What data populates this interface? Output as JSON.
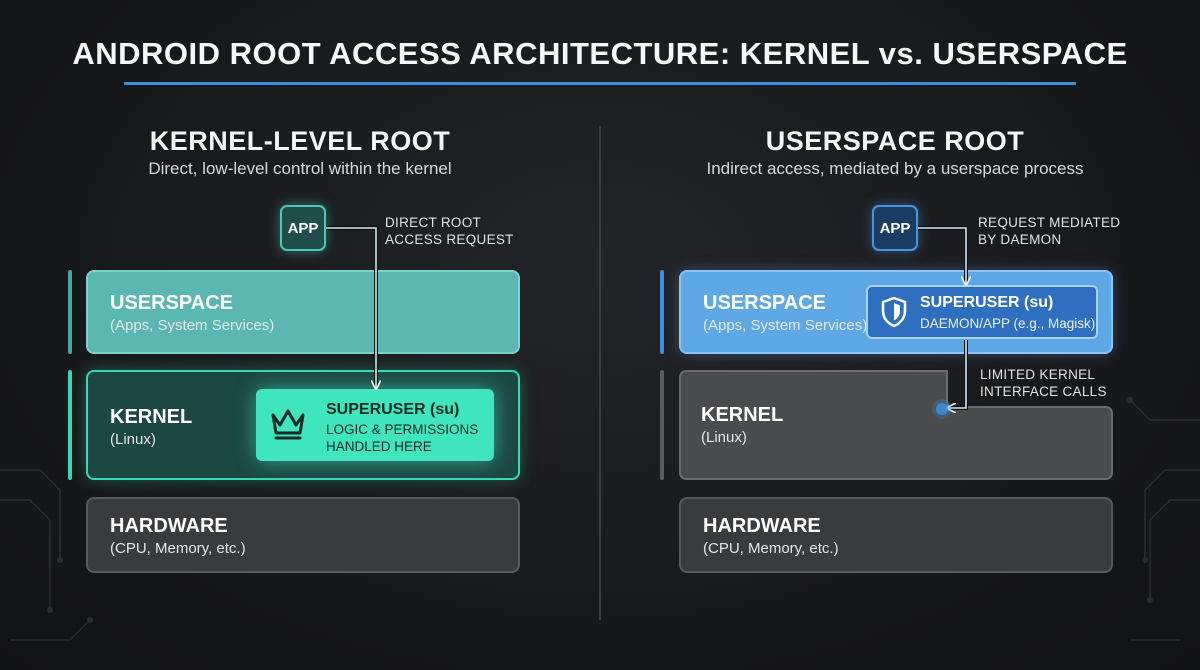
{
  "title": "ANDROID ROOT ACCESS ARCHITECTURE: KERNEL vs. USERSPACE",
  "left": {
    "heading": "KERNEL-LEVEL ROOT",
    "subheading": "Direct, low-level control within the kernel",
    "app_label": "APP",
    "arrow_label": [
      "DIRECT ROOT",
      "ACCESS REQUEST"
    ],
    "userspace": {
      "name": "USERSPACE",
      "desc": "(Apps, System Services)"
    },
    "kernel": {
      "name": "KERNEL",
      "desc": "(Linux)"
    },
    "hardware": {
      "name": "HARDWARE",
      "desc": "(CPU, Memory, etc.)"
    },
    "superuser": {
      "title": "SUPERUSER (su)",
      "desc": [
        "LOGIC & PERMISSIONS",
        "HANDLED HERE"
      ],
      "icon": "crown-icon"
    }
  },
  "right": {
    "heading": "USERSPACE ROOT",
    "subheading": "Indirect access, mediated by a userspace process",
    "app_label": "APP",
    "arrow_label": [
      "REQUEST MEDIATED",
      "BY DAEMON"
    ],
    "userspace": {
      "name": "USERSPACE",
      "desc": "(Apps, System Services)"
    },
    "kernel": {
      "name": "KERNEL",
      "desc": "(Linux)"
    },
    "hardware": {
      "name": "HARDWARE",
      "desc": "(CPU, Memory, etc.)"
    },
    "superuser": {
      "title": "SUPERUSER (su)",
      "desc": "DAEMON/APP (e.g., Magisk)",
      "icon": "shield-icon"
    },
    "kernel_arrow_label": [
      "LIMITED KERNEL",
      "INTERFACE CALLS"
    ]
  },
  "colors": {
    "accent_blue": "#3a8fe0",
    "teal": "#35d9b5",
    "userspace_teal": "#5ab7b2",
    "userspace_blue": "#5fa8e6",
    "su_blue": "#2f6fc0",
    "gray_layer": "#4a4b4d",
    "hardware_gray": "#3a3b3d"
  }
}
